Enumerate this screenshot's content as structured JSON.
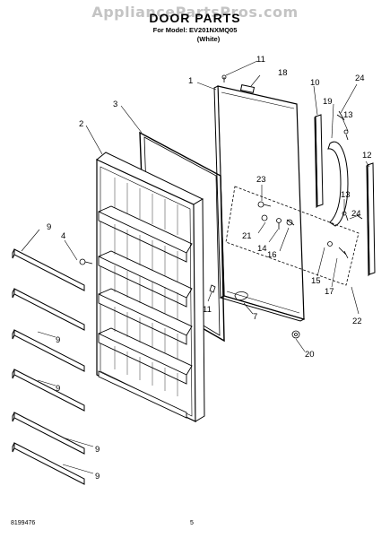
{
  "watermark": "AppliancePartsPros.com",
  "title": "DOOR PARTS",
  "model_line": "For Model: EV201NXMQ05",
  "color_line": "(White)",
  "footer": {
    "doc_number": "8199476",
    "page": "5"
  },
  "callouts": [
    {
      "id": "c1",
      "text": "1"
    },
    {
      "id": "c2",
      "text": "2"
    },
    {
      "id": "c3",
      "text": "3"
    },
    {
      "id": "c4",
      "text": "4"
    },
    {
      "id": "c7",
      "text": "7"
    },
    {
      "id": "c9a",
      "text": "9"
    },
    {
      "id": "c9b",
      "text": "9"
    },
    {
      "id": "c9c",
      "text": "9"
    },
    {
      "id": "c9d",
      "text": "9"
    },
    {
      "id": "c9e",
      "text": "9"
    },
    {
      "id": "c9f",
      "text": "9"
    },
    {
      "id": "c10",
      "text": "10"
    },
    {
      "id": "c11a",
      "text": "11"
    },
    {
      "id": "c11b",
      "text": "11"
    },
    {
      "id": "c12",
      "text": "12"
    },
    {
      "id": "c13a",
      "text": "13"
    },
    {
      "id": "c13b",
      "text": "13"
    },
    {
      "id": "c14",
      "text": "14"
    },
    {
      "id": "c15",
      "text": "15"
    },
    {
      "id": "c16",
      "text": "16"
    },
    {
      "id": "c17",
      "text": "17"
    },
    {
      "id": "c18",
      "text": "18"
    },
    {
      "id": "c19",
      "text": "19"
    },
    {
      "id": "c20",
      "text": "20"
    },
    {
      "id": "c21",
      "text": "21"
    },
    {
      "id": "c22",
      "text": "22"
    },
    {
      "id": "c23",
      "text": "23"
    },
    {
      "id": "c24a",
      "text": "24"
    },
    {
      "id": "c24b",
      "text": "24"
    }
  ]
}
